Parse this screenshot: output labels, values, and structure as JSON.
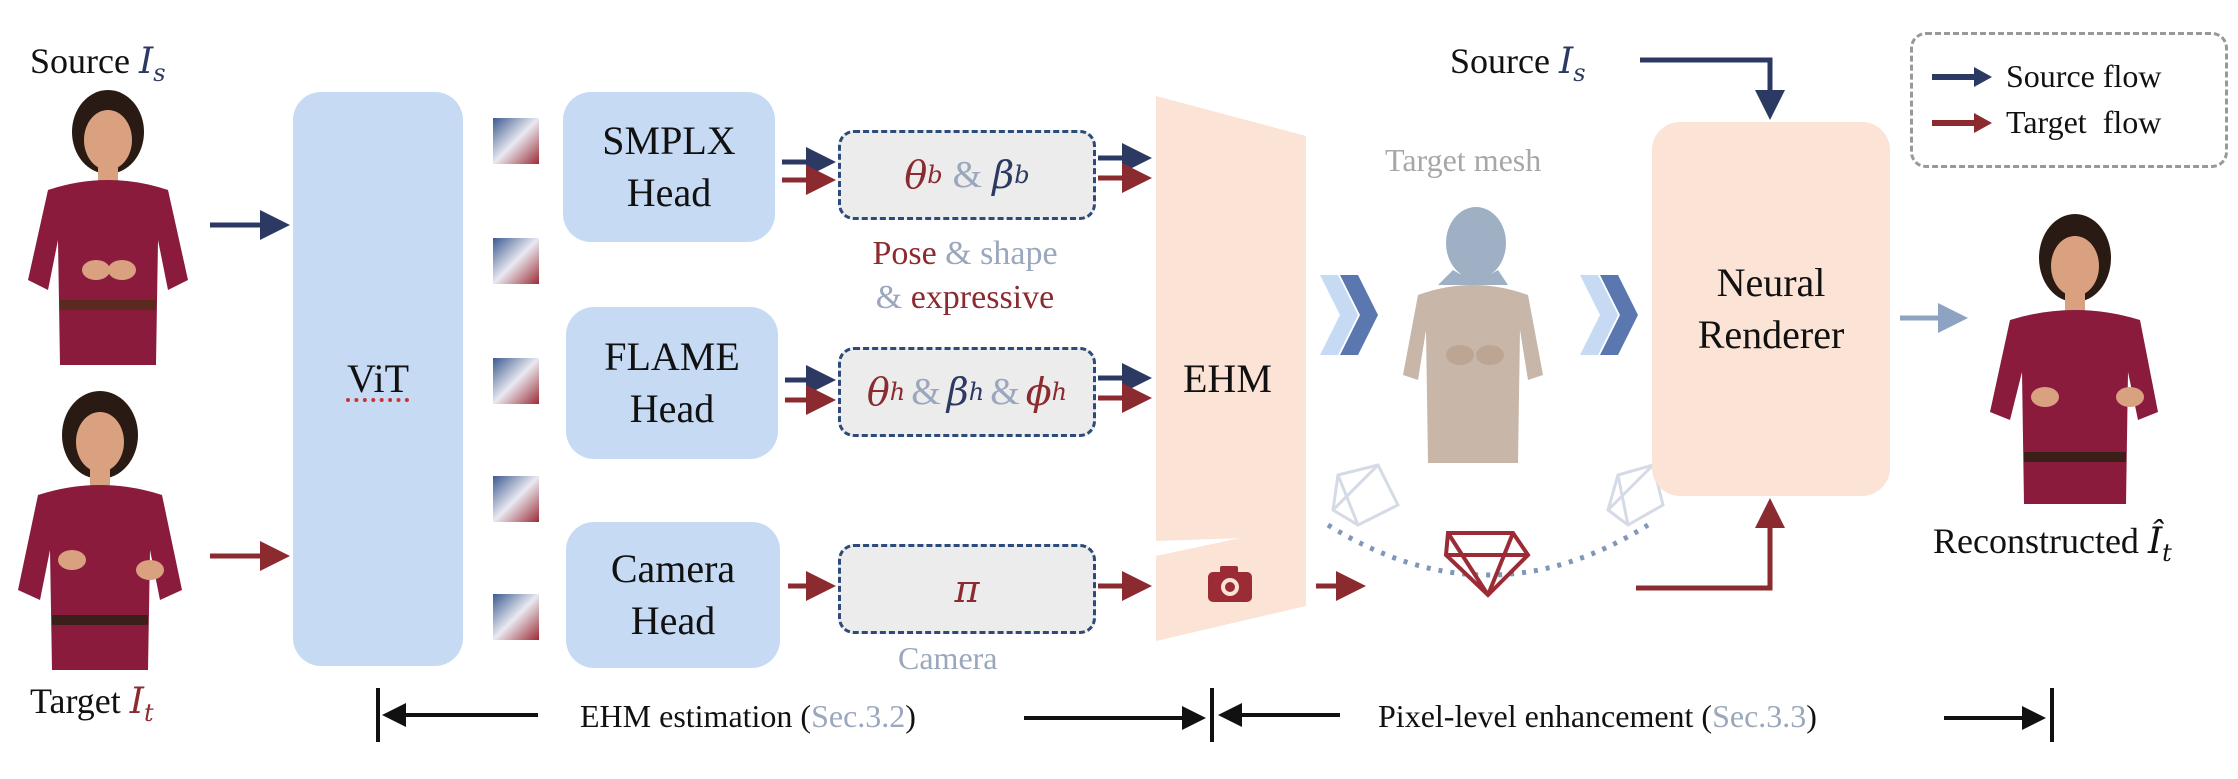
{
  "colors": {
    "source": "#2c3a63",
    "target": "#8b2a2f",
    "vit_blue": "#c6dbf3",
    "peach": "#fbe3d5",
    "light_blue_accent": "#9aa7bd"
  },
  "left": {
    "source_label": "Source ",
    "source_symbol": "I",
    "source_sub": "s",
    "target_label": "Target ",
    "target_symbol": "I",
    "target_sub": "t"
  },
  "vit": {
    "label": "ViT"
  },
  "heads": {
    "smplx_line1": "SMPLX",
    "smplx_line2": "Head",
    "flame_line1": "FLAME",
    "flame_line2": "Head",
    "camera_line1": "Camera",
    "camera_line2": "Head"
  },
  "params": {
    "smplx_theta": "θ",
    "smplx_theta_sub": "b",
    "amp": "&",
    "smplx_beta": "β",
    "smplx_beta_sub": "b",
    "flame_theta": "θ",
    "flame_theta_sub": "h",
    "flame_beta": "β",
    "flame_beta_sub": "h",
    "flame_phi": "ϕ",
    "flame_phi_sub": "h",
    "camera_pi": "π"
  },
  "captions": {
    "pose": "Pose",
    "amp": "&",
    "shape": "shape",
    "expressive": "expressive",
    "camera": "Camera"
  },
  "ehm": {
    "label": "EHM"
  },
  "mesh": {
    "label": "Target mesh"
  },
  "top_source": {
    "label": "Source ",
    "symbol": "I",
    "sub": "s"
  },
  "renderer": {
    "line1": "Neural",
    "line2": "Renderer"
  },
  "output": {
    "label": "Reconstructed ",
    "symbol": "Î",
    "sub": "t"
  },
  "legend": {
    "source_flow": "Source flow",
    "target_flow": "Target  flow"
  },
  "bottom": {
    "ehm_estimation": "EHM estimation (",
    "ehm_ref": "Sec.3.2",
    "pixel": "Pixel-level enhancement (",
    "pixel_ref": "Sec.3.3",
    "close": ")"
  }
}
